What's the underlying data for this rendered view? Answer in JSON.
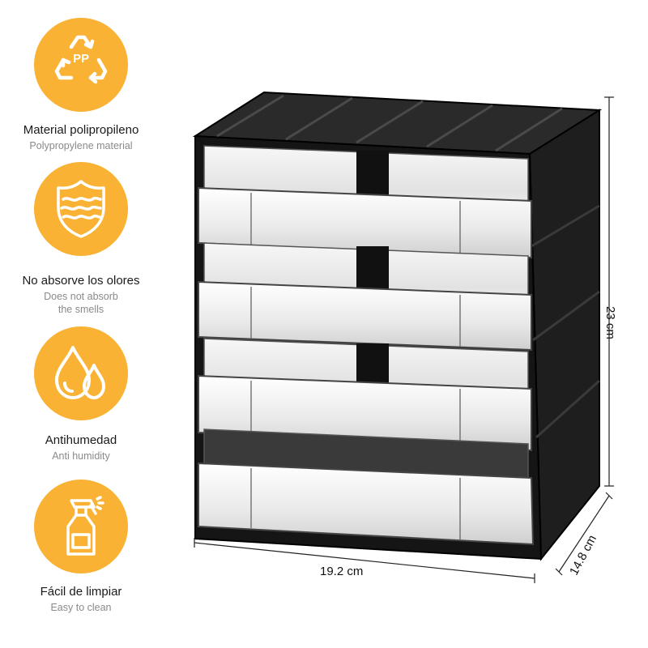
{
  "colors": {
    "accent": "#F9B233",
    "icon_line": "#ffffff",
    "cabinet": "#1c1c1c"
  },
  "features": [
    {
      "icon": "recycle-pp-icon",
      "title": "Material  polipropileno",
      "subtitle_lines": [
        "Polypropylene material"
      ],
      "icon_text": "PP"
    },
    {
      "icon": "shield-waves-icon",
      "title": "No absorve los olores",
      "subtitle_lines": [
        "Does not absorb",
        "the smells"
      ]
    },
    {
      "icon": "water-drops-icon",
      "title": "Antihumedad",
      "subtitle_lines": [
        "Anti humidity"
      ]
    },
    {
      "icon": "spray-bottle-icon",
      "title": "Fácil de limpiar",
      "subtitle_lines": [
        "Easy to clean"
      ]
    }
  ],
  "product": {
    "drawer_count": 4
  },
  "dimensions": {
    "width": "19.2 cm",
    "height": "23 cm",
    "depth": "14.8 cm"
  }
}
